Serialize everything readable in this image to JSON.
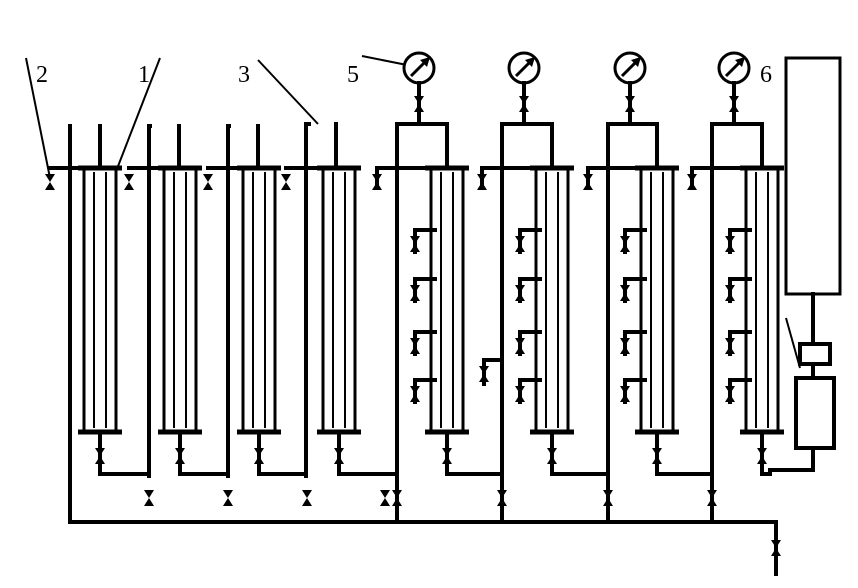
{
  "labels": {
    "column": "1",
    "valve": "2",
    "pipe": "3",
    "gauge": "5",
    "tank": "6"
  }
}
